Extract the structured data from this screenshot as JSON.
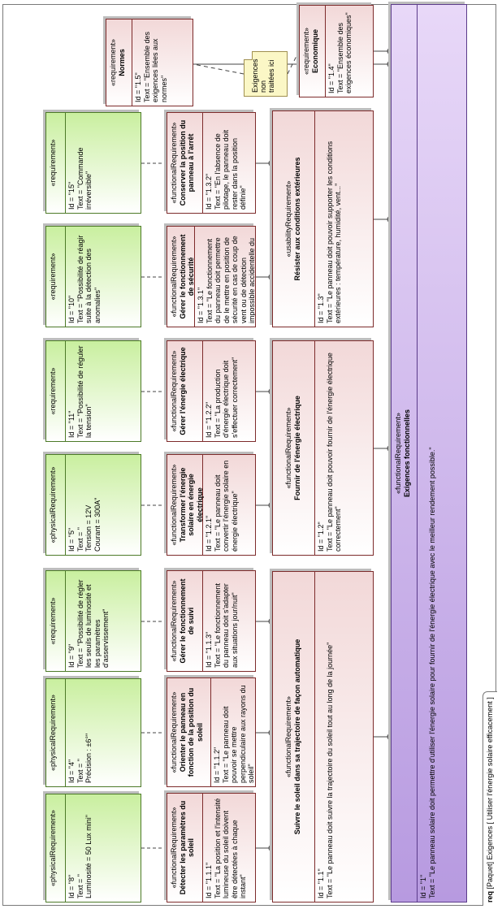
{
  "frame": {
    "kind": "req",
    "label": "[Paquet] Exigences [ Utiliser l'énergie solaire efficacement ]"
  },
  "root": {
    "stereotype": "«functionalRequirement»",
    "name": "Exigences fonctionnelles",
    "id": "Id = \"1\"",
    "text": "Text = \"Le panneau solaire doit permettre d'utiliser l'énergie solaire pour fournir de l'énergie électrique avec le meilleur rendement possible.\""
  },
  "requirements": {
    "r11": {
      "stereotype": "«functionalRequirement»",
      "name": "Suivre le soleil dans sa trajectoire de façon automatique",
      "lines": [
        "Id = \"1.1\"",
        "Text = \"Le panneau doit suivre la trajectoire du soleil tout au long de la journée\""
      ]
    },
    "r12": {
      "stereotype": "«functionalRequirement»",
      "name": "Fournir de l'énergie électrique",
      "lines": [
        "Id = \"1.2\"",
        "Text = \"Le panneau doit pouvoir fournir de l'énergie électrique correctement\""
      ]
    },
    "r13": {
      "stereotype": "«usabilityRequirement»",
      "name": "Résister aux conditions extérieures",
      "lines": [
        "Id = \"1.3\"",
        "Text = \"Le panneau doit pouvoir supporter les conditions extérieures : température, humidité, vent...\""
      ]
    },
    "r14": {
      "stereotype": "«requirement»",
      "name": "Economique",
      "lines": [
        "Id = \"1.4\"",
        "Text = \"Ensemble des exigences économiques\""
      ]
    },
    "r15": {
      "stereotype": "«requirement»",
      "name": "Normes",
      "lines": [
        "Id = \"1.5\"",
        "Text = \"Ensemble des exigences liées aux normes\""
      ]
    },
    "r111": {
      "stereotype": "«functionalRequirement»",
      "name": "Détecter les paramètres du soleil",
      "lines": [
        "Id = \"1.1.1\"",
        "Text = \"La position et l'intensité lumineuse du soleil doivent être détectées à chaque instant\""
      ]
    },
    "r112": {
      "stereotype": "«functionalRequirement»",
      "name": "Orienter le panneau en fonction de la position du soleil",
      "lines": [
        "Id = \"1.1.2\"",
        "Text = \"Le panneau doit pouvoir se mettre perpendiculaire aux rayons du soleil\""
      ]
    },
    "r113": {
      "stereotype": "«functionalRequirement»",
      "name": "Gérer le fonctionnement de suivi",
      "lines": [
        "Id = \"1.1.3\"",
        "Text = \"Le fonctionnement du panneau doit s'adapter aux situations jour/nuit\""
      ]
    },
    "r121": {
      "stereotype": "«functionalRequirement»",
      "name": "Transformer l'énergie solaire en énergie électrique",
      "lines": [
        "Id = \"1.2.1\"",
        "Text = \"Le panneau doit convertir l'énergie solaire en énergie électrique\""
      ]
    },
    "r122": {
      "stereotype": "«functionalRequirement»",
      "name": "Gérer l'énergie électrique",
      "lines": [
        "Id = \"1.2.2\"",
        "Text = \"La production d'énergie électrique doit s'effectuer correctement\""
      ]
    },
    "r131": {
      "stereotype": "«functionalRequirement»",
      "name": "Gérer le fonctionnement de sécurité",
      "lines": [
        "Id = \"1.3.1\"",
        "Text = \"Le fonctionnement du panneau doit permettre de le mettre en position de sécurité en cas de coup de vent ou de détection impossible accidentelle du soleil\""
      ]
    },
    "r132": {
      "stereotype": "«functionalRequirement»",
      "name": "Conserver la position du panneau à l'arrêt",
      "lines": [
        "Id = \"1.3.2\"",
        "Text = \"En l'absence de pilotage, le panneau doit rester dans la position définie\""
      ]
    },
    "g8": {
      "stereotype": "«physicalRequirement»",
      "name": "",
      "lines": [
        "Id = \"8\"",
        "Text = \"",
        "Luminosité = 50 Lux mini\""
      ]
    },
    "g4": {
      "stereotype": "«physicalRequirement»",
      "name": "",
      "lines": [
        "Id = \"4\"",
        "Text = \"",
        "Précision : ±6°\""
      ]
    },
    "g9": {
      "stereotype": "«requirement»",
      "name": "",
      "lines": [
        "Id = \"9\"",
        "Text = \"Possibilité de régler les seuils de luminosité et les paramètres d'asservissement\""
      ]
    },
    "g5": {
      "stereotype": "«physicalRequirement»",
      "name": "",
      "lines": [
        "Id = \"5\"",
        "Text = \"",
        "Tension = 12V",
        "Courant = 300A\""
      ]
    },
    "g11": {
      "stereotype": "«requirement»",
      "name": "",
      "lines": [
        "Id = \"11\"",
        "Text = \"Possibilité de réguler la tension\""
      ]
    },
    "g10": {
      "stereotype": "«requirement»",
      "name": "",
      "lines": [
        "Id = \"10\"",
        "Text = \"Possibilité de réagir suite à la détection des anomalies\""
      ]
    },
    "g15": {
      "stereotype": "«requirement»",
      "name": "",
      "lines": [
        "Id = \"15\"",
        "Text = \"Commande irréversible\""
      ]
    }
  },
  "note": {
    "text": "Exigences non traitées ici"
  },
  "colors": {
    "functional": "#f2d8d8",
    "physical": "#c9ef9f",
    "root": "#b79ae0",
    "border": "#7d2b2b"
  }
}
